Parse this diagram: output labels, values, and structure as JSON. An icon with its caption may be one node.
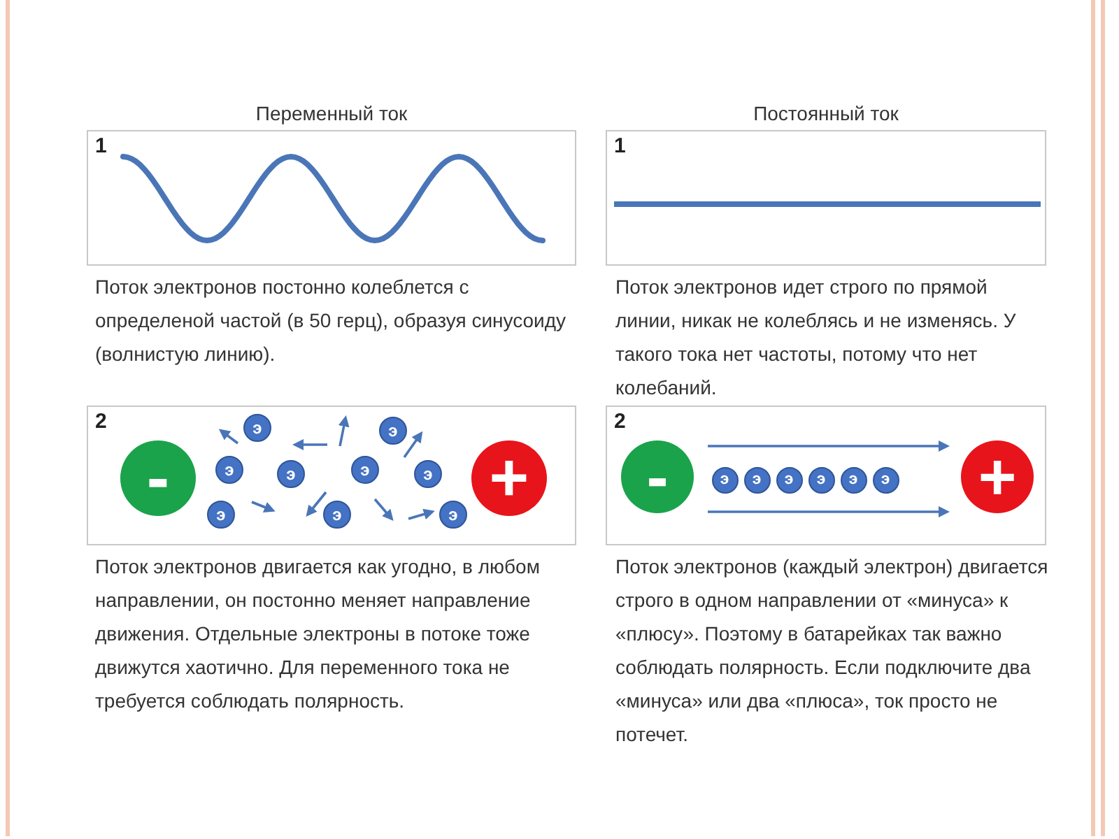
{
  "diagram": {
    "nodes": [
      {
        "text": [
          "1"
        ],
        "beside": [
          "Переменный ток"
        ]
      },
      {
        "text": [
          "1"
        ],
        "beside": [
          "Постоянный ток"
        ]
      },
      {
        "text": [
          "2"
        ]
      },
      {
        "text": [
          "-"
        ],
        "in": 2
      },
      {
        "text": [
          "э"
        ],
        "in": 2
      },
      {
        "text": [
          "э"
        ],
        "in": 2
      },
      {
        "text": [
          "э"
        ],
        "in": 2
      },
      {
        "text": [
          "э"
        ],
        "in": 2
      },
      {
        "text": [
          "э"
        ],
        "in": 2
      },
      {
        "text": [
          "э"
        ],
        "in": 2
      },
      {
        "text": [
          "э"
        ],
        "in": 2
      },
      {
        "text": [
          "э"
        ],
        "in": 2
      },
      {
        "text": [
          "э"
        ],
        "in": 2
      },
      {
        "text": [
          "+"
        ],
        "in": 2
      },
      {
        "text": [
          "2"
        ]
      },
      {
        "text": [
          "-"
        ],
        "in": 14
      },
      {
        "text": [
          "э"
        ],
        "in": 14
      },
      {
        "text": [
          "э"
        ],
        "in": 14
      },
      {
        "text": [
          "э"
        ],
        "in": 14
      },
      {
        "text": [
          "э"
        ],
        "in": 14
      },
      {
        "text": [
          "э"
        ],
        "in": 14
      },
      {
        "text": [
          "э"
        ],
        "in": 14
      },
      {
        "text": [
          "+"
        ],
        "in": 14
      }
    ],
    "edges": [],
    "labels": [
      "Поток электронов постонно колеблется с определеной частой (в 50 герц), образуя синусоиду (волнистую линию).",
      "Поток электронов идет строго по прямой линии, никак не колеблясь и не изменясь. У такого тока нет частоты, потому что нет колебаний.",
      "Поток электронов двигается как угодно, в любом направлении, он постонно меняет направление движения. Отдельные электроны в потоке тоже движутся хаотично. Для переменного тока не требуется соблюдать полярность.",
      "Поток электронов (каждый электрон) двигается строго в одном направлении от «минуса» к «плюсу». Поэтому в батарейках так важно соблюдать полярность. Если подключите два «минуса»  или два «плюса», ток просто не потечет."
    ]
  }
}
